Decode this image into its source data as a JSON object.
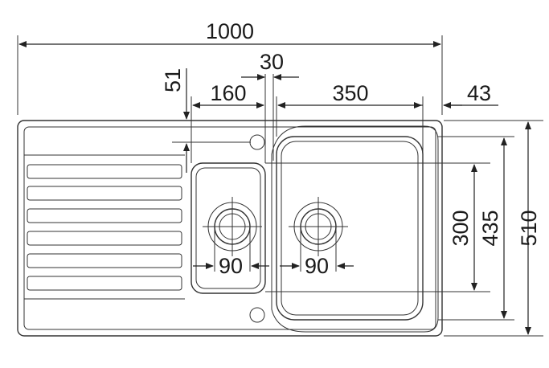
{
  "dimensions": {
    "overall_width": "1000",
    "tap_hole_offset": "30",
    "drainer_to_tap": "51",
    "small_bowl_width": "160",
    "large_bowl_width": "350",
    "right_edge_offset": "43",
    "bowl_depth": "300",
    "inner_depth": "435",
    "overall_depth": "510",
    "small_waste_diameter": "90",
    "large_waste_diameter": "90"
  },
  "colors": {
    "line": "#333333",
    "text": "#1a1a1a",
    "background": "#ffffff"
  }
}
